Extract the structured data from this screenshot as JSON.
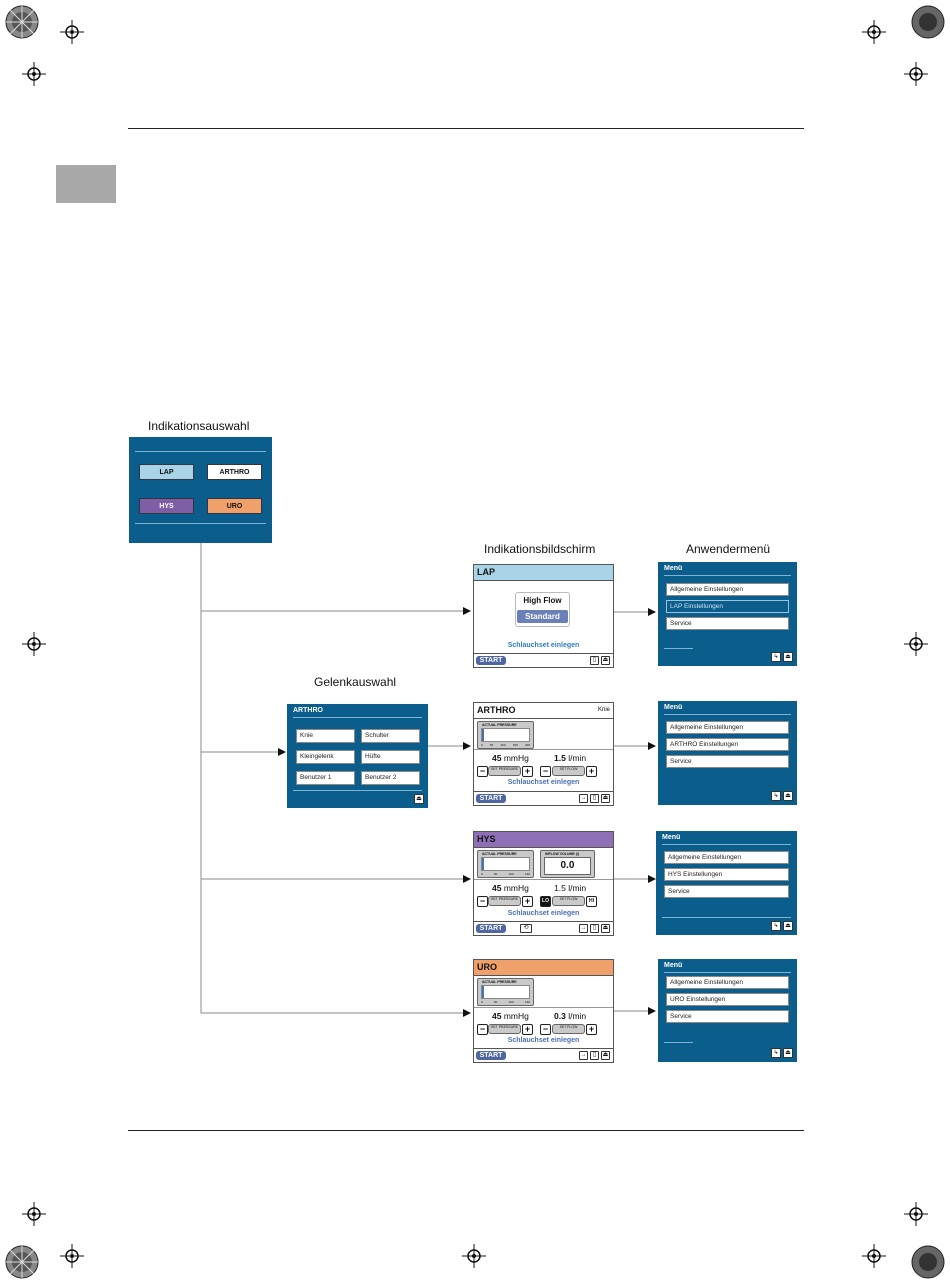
{
  "labels": {
    "indikationsauswahl": "Indikationsauswahl",
    "indikationsbildschirm": "Indikationsbildschirm",
    "anwendermenue": "Anwendermenü",
    "gelenkauswahl": "Gelenkauswahl"
  },
  "indication_select": {
    "lap": "LAP",
    "arthro": "ARTHRO",
    "hys": "HYS",
    "uro": "URO",
    "colors": {
      "lap": "#a9d3e6",
      "arthro": "#ffffff",
      "hys": "#7e5fa6",
      "uro": "#f0a06a",
      "panel": "#0b5d8c"
    }
  },
  "joint_select": {
    "header": "ARTHRO",
    "items": [
      "Knie",
      "Schulter",
      "Kleingelenk",
      "Hüfte",
      "Benutzer 1",
      "Benutzer 2"
    ]
  },
  "lap_screen": {
    "header": "LAP",
    "high_flow": "High Flow",
    "standard": "Standard",
    "hint": "Schlauchset einlegen",
    "start": "START"
  },
  "arthro_screen": {
    "header": "ARTHRO",
    "joint": "Knie",
    "gauge_label": "ACTUAL PRESSURE",
    "pressure_value": "45",
    "pressure_unit": "mmHg",
    "flow_value": "1.5",
    "flow_unit": "l/min",
    "set_pressure": "SET PRESSURE",
    "set_flow": "SET FLOW",
    "hint": "Schlauchset einlegen",
    "start": "START",
    "ticks": [
      "0",
      "50",
      "100",
      "150",
      "200"
    ]
  },
  "hys_screen": {
    "header": "HYS",
    "gauge_label": "ACTUAL PRESSURE",
    "volume_label": "INFLOW VOLUME (l)",
    "volume_value": "0.0",
    "pressure_value": "45",
    "pressure_unit": "mmHg",
    "flow_value": "1.5",
    "flow_unit": "l/min",
    "set_pressure": "SET PRESSURE",
    "set_flow": "SET FLOW",
    "lo": "LO",
    "hi": "HI",
    "hint": "Schlauchset einlegen",
    "start": "START",
    "ticks": [
      "0",
      "50",
      "100",
      "150"
    ]
  },
  "uro_screen": {
    "header": "URO",
    "gauge_label": "ACTUAL PRESSURE",
    "pressure_value": "45",
    "pressure_unit": "mmHg",
    "flow_value": "0.3",
    "flow_unit": "l/min",
    "set_pressure": "SET PRESSURE",
    "set_flow": "SET FLOW",
    "hint": "Schlauchset einlegen",
    "start": "START",
    "ticks": [
      "0",
      "50",
      "100",
      "150"
    ]
  },
  "menus": {
    "title": "Menü",
    "general": "Allgemeine Einstellungen",
    "service": "Service",
    "lap": "LAP Einstellungen",
    "arthro": "ARTHRO Einstellungen",
    "hys": "HYS Einstellungen",
    "uro": "URO Einstellungen"
  },
  "header_colors": {
    "lap": "#a9d3e6",
    "arthro": "#ffffff",
    "hys": "#8f6fb5",
    "uro": "#f0a06a"
  }
}
